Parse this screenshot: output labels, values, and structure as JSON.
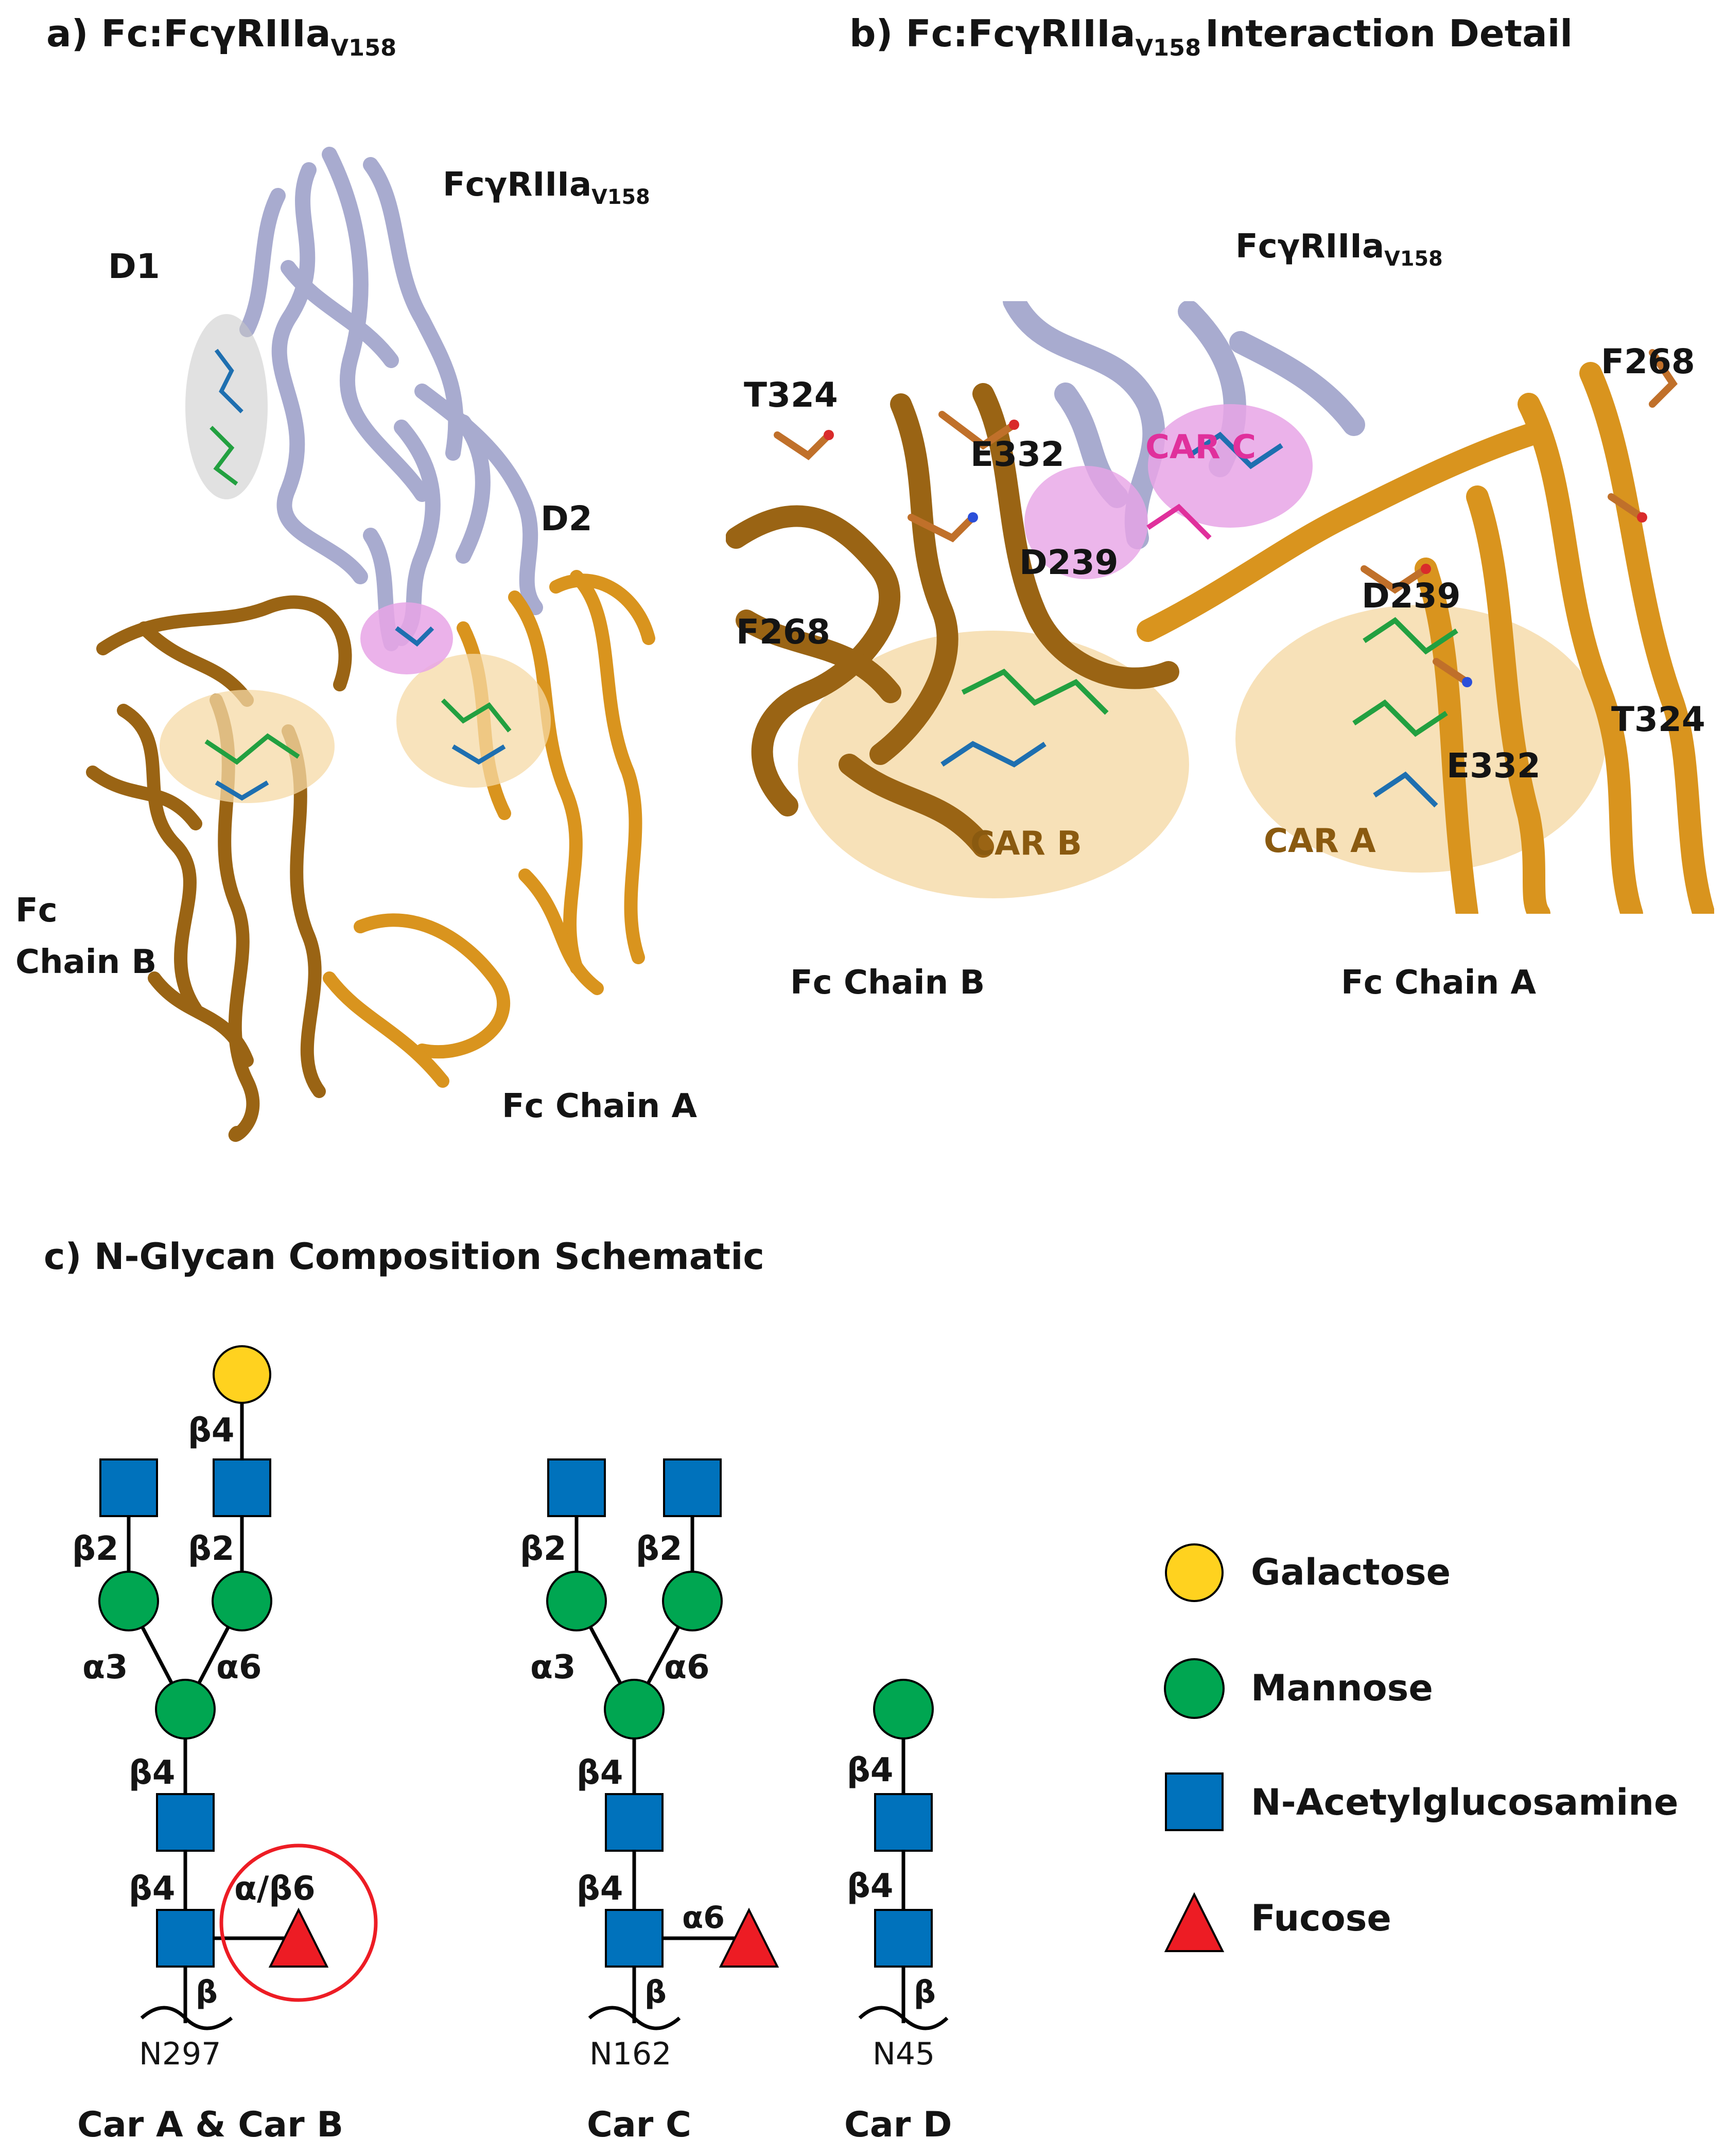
{
  "panel_a": {
    "title_prefix": "a) Fc:FcγRIIIa",
    "title_sub": "V158",
    "receptor_prefix": "FcγRIIIa",
    "receptor_sub": "V158",
    "d1": "D1",
    "d2": "D2",
    "fc_b_line1": "Fc",
    "fc_b_line2": "Chain B",
    "fc_a": "Fc Chain A"
  },
  "panel_b": {
    "title_prefix": "b) Fc:FcγRIIIa",
    "title_sub": "V158",
    "title_suffix": "Interaction Detail",
    "receptor_prefix": "FcγRIIIa",
    "receptor_sub": "V158",
    "residues": {
      "t324_left": "T324",
      "e332_left": "E332",
      "d239_left": "D239",
      "f268_left": "F268",
      "f268_right": "F268",
      "d239_right": "D239",
      "t324_right": "T324",
      "e332_right": "E332"
    },
    "car_c": "CAR C",
    "car_b": "CAR B",
    "car_a": "CAR A",
    "fc_b": "Fc Chain B",
    "fc_a": "Fc Chain A"
  },
  "panel_c": {
    "title": "c) N-Glycan Composition Schematic",
    "glycan_ab": {
      "links": [
        "β4",
        "β2",
        "β2",
        "α3",
        "α6",
        "β4",
        "β4",
        "α/β6",
        "β"
      ],
      "site": "N297",
      "caption": "Car A & Car B"
    },
    "glycan_c": {
      "links": [
        "β2",
        "β2",
        "α3",
        "α6",
        "β4",
        "β4",
        "α6",
        "β"
      ],
      "site": "N162",
      "caption": "Car C"
    },
    "glycan_d": {
      "links": [
        "β4",
        "β4",
        "β"
      ],
      "site": "N45",
      "caption": "Car D"
    }
  },
  "legend": [
    {
      "label": "Galactose",
      "shape": "circle",
      "color": "#FFD21F"
    },
    {
      "label": "Mannose",
      "shape": "circle",
      "color": "#00A651"
    },
    {
      "label": "N-Acetylglucosamine",
      "shape": "square",
      "color": "#0072BC"
    },
    {
      "label": "Fucose",
      "shape": "triangle",
      "color": "#ED1C24"
    }
  ],
  "colors": {
    "receptor": "#A8ABCF",
    "chain_a": "#D9941E",
    "chain_b": "#9A6414",
    "glycan_surface": "#F5D9A6",
    "car_c_surface": "#E7A4E6",
    "car_c_text": "#E0309C",
    "car_text": "#8A5A10",
    "galactose": "#FFD21F",
    "mannose": "#00A651",
    "glcnac": "#0072BC",
    "fucose": "#ED1C24"
  }
}
